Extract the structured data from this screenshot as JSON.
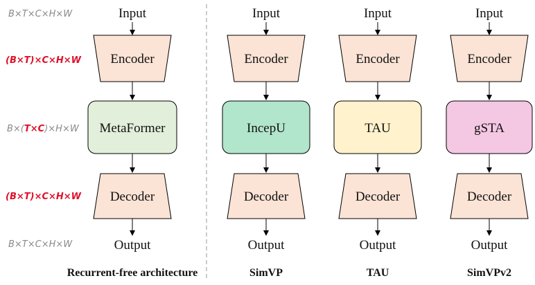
{
  "colors": {
    "encoder_fill": "#fbe3d6",
    "metaformer_fill": "#e2efda",
    "incepu_fill": "#b1e5cc",
    "tau_fill": "#fff2cc",
    "gsta_fill": "#f4c7e3",
    "highlight_red": "#e0102a",
    "shape_stroke": "#000000"
  },
  "left_labels": {
    "row1": {
      "text": "B×T×C×H×W"
    },
    "row2": {
      "prefix": "(",
      "highlight": "B×T",
      "suffix": ")×C×H×W"
    },
    "row3": {
      "prefix": "B×(",
      "highlight": "T×C",
      "suffix": ")×H×W"
    },
    "row4": {
      "prefix": "(",
      "highlight": "B×T",
      "suffix": ")×C×H×W"
    },
    "row5": {
      "text": "B×T×C×H×W"
    }
  },
  "columns": [
    {
      "input": "Input",
      "encoder": "Encoder",
      "module": "MetaFormer",
      "decoder": "Decoder",
      "output": "Output",
      "caption": "Recurrent-free architecture"
    },
    {
      "input": "Input",
      "encoder": "Encoder",
      "module": "IncepU",
      "decoder": "Decoder",
      "output": "Output",
      "caption": "SimVP"
    },
    {
      "input": "Input",
      "encoder": "Encoder",
      "module": "TAU",
      "decoder": "Decoder",
      "output": "Output",
      "caption": "TAU"
    },
    {
      "input": "Input",
      "encoder": "Encoder",
      "module": "gSTA",
      "decoder": "Decoder",
      "output": "Output",
      "caption": "SimVPv2"
    }
  ]
}
